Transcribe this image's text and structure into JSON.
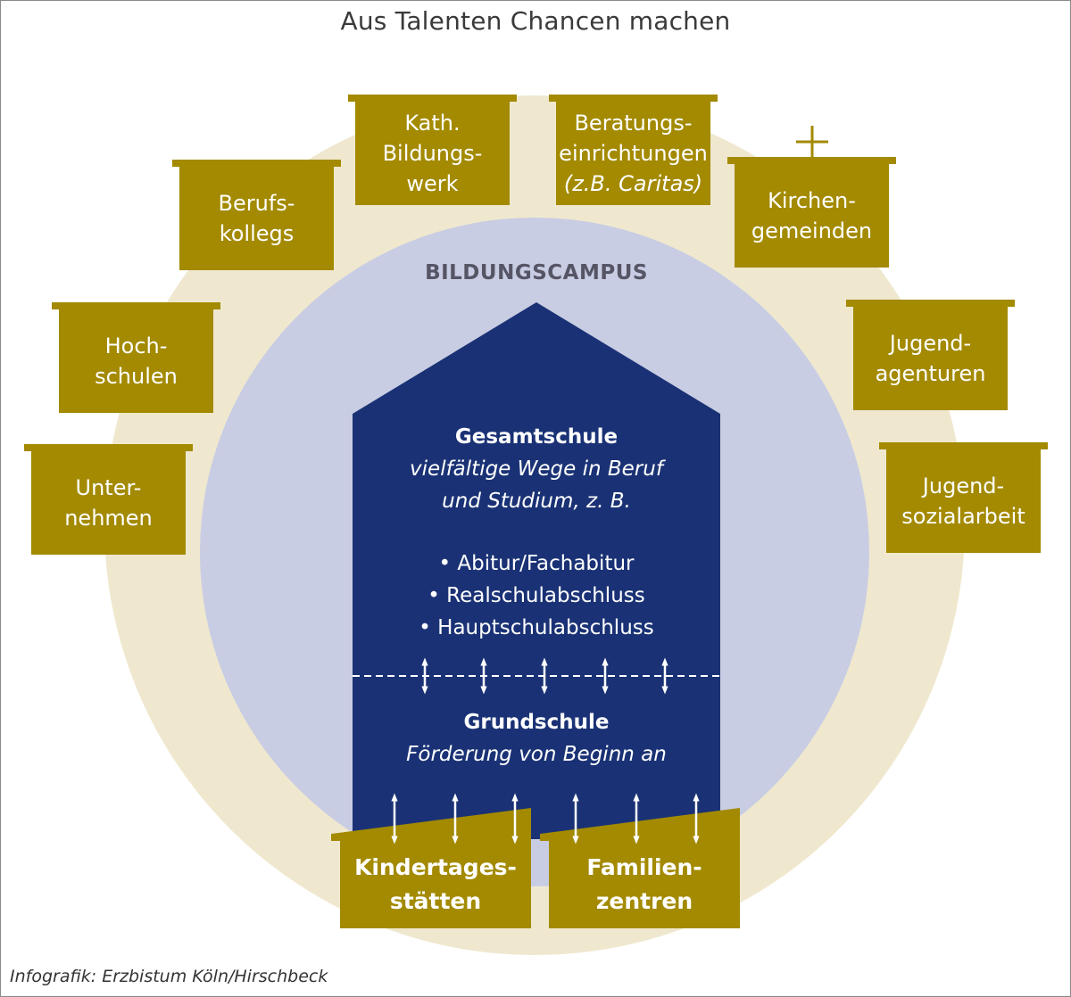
{
  "title": "Aus Talenten Chancen machen",
  "credit": "Infografik: Erzbistum Köln/Hirschbeck",
  "campus_label": "BILDUNGSCAMPUS",
  "colors": {
    "gold": "#a38a00",
    "outer_ring": "#efe8cf",
    "campus": "#c9cde3",
    "house": "#1a3275",
    "text_light": "#ffffff"
  },
  "partners": {
    "unternehmen": [
      "Unter-",
      "nehmen"
    ],
    "hochschulen": [
      "Hoch-",
      "schulen"
    ],
    "berufskollegs": [
      "Berufs-",
      "kollegs"
    ],
    "bildungswerk": [
      "Kath.",
      "Bildungs-",
      "werk"
    ],
    "beratung": {
      "lines": [
        "Beratungs-",
        "einrichtungen"
      ],
      "note": "(z.B. Caritas)"
    },
    "kirchengemeinden": [
      "Kirchen-",
      "gemeinden"
    ],
    "jugendagenturen": [
      "Jugend-",
      "agenturen"
    ],
    "jugendsozialarbeit": [
      "Jugend-",
      "sozialarbeit"
    ]
  },
  "foundations": {
    "kita": [
      "Kindertages-",
      "stätten"
    ],
    "familienzentren": [
      "Familien-",
      "zentren"
    ]
  },
  "gesamtschule": {
    "heading": "Gesamtschule",
    "subtitle": [
      "vielfältige Wege in Beruf",
      "und Studium, z. B."
    ],
    "items": [
      "• Abitur/Fachabitur",
      "• Realschulabschluss",
      "• Hauptschulabschluss"
    ]
  },
  "grundschule": {
    "heading": "Grundschule",
    "subtitle": "Förderung von Beginn an"
  }
}
